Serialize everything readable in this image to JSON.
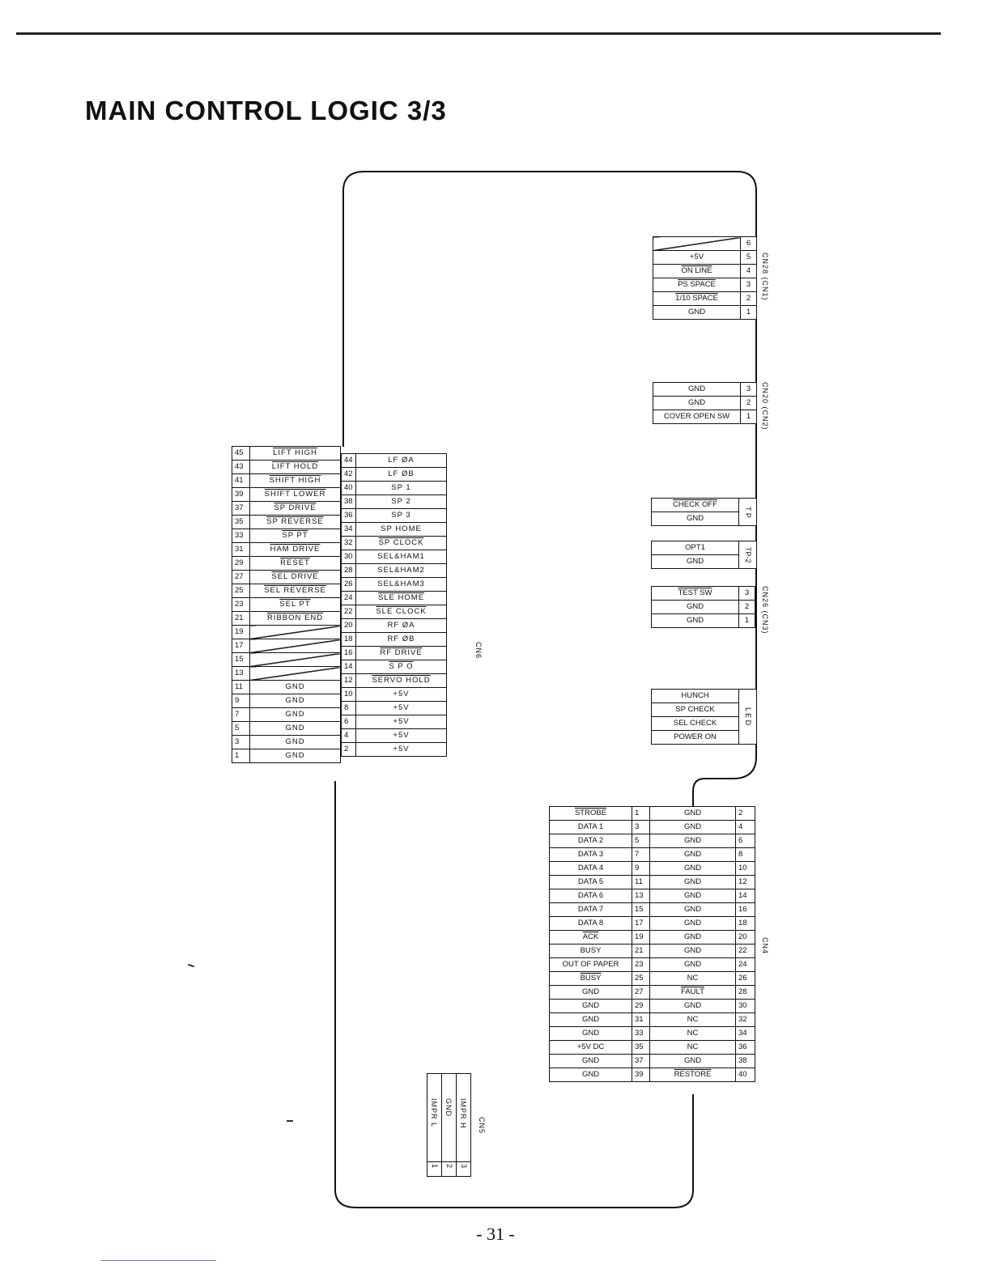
{
  "title": "MAIN CONTROL LOGIC 3/3",
  "page_number": "- 31 -",
  "cn28": {
    "label": "CN28 (CN1)",
    "rows": [
      {
        "pin": "6",
        "signal": "",
        "blank": true
      },
      {
        "pin": "5",
        "signal": "+5V"
      },
      {
        "pin": "4",
        "signal": "ON LINE",
        "overline": true
      },
      {
        "pin": "3",
        "signal": "PS SPACE",
        "overline": true
      },
      {
        "pin": "2",
        "signal": "1/10 SPACE",
        "overline": true
      },
      {
        "pin": "1",
        "signal": "GND"
      }
    ]
  },
  "cn20": {
    "label": "CN20 (CN2)",
    "rows": [
      {
        "pin": "3",
        "signal": "GND"
      },
      {
        "pin": "2",
        "signal": "GND"
      },
      {
        "pin": "1",
        "signal": "COVER OPEN SW"
      }
    ]
  },
  "tp": {
    "label": "T P",
    "rows": [
      {
        "signal": "CHECK OFF",
        "overline": true
      },
      {
        "signal": "GND"
      }
    ]
  },
  "tp2": {
    "label": "TP-2",
    "rows": [
      {
        "signal": "OPT1"
      },
      {
        "signal": "GND"
      }
    ]
  },
  "cn26": {
    "label": "CN26 (CN3)",
    "rows": [
      {
        "pin": "3",
        "signal": "TEST SW",
        "overline": true
      },
      {
        "pin": "2",
        "signal": "GND"
      },
      {
        "pin": "1",
        "signal": "GND"
      }
    ]
  },
  "led": {
    "label": "L E D",
    "rows": [
      {
        "signal": "HUNCH"
      },
      {
        "signal": "SP CHECK"
      },
      {
        "signal": "SEL CHECK"
      },
      {
        "signal": "POWER ON"
      }
    ]
  },
  "cn6": {
    "label": "CN6",
    "odd_rows": [
      {
        "pin": "45",
        "signal": "LIFT HIGH",
        "overline": true
      },
      {
        "pin": "43",
        "signal": "LIFT HOLD",
        "overline": true
      },
      {
        "pin": "41",
        "signal": "SHIFT HIGH",
        "overline": true
      },
      {
        "pin": "39",
        "signal": "SHIFT LOWER",
        "overline": true
      },
      {
        "pin": "37",
        "signal": "SP DRIVE",
        "overline": true
      },
      {
        "pin": "35",
        "signal": "SP REVERSE",
        "overline": true
      },
      {
        "pin": "33",
        "signal": "SP PT",
        "overline": true
      },
      {
        "pin": "31",
        "signal": "HAM DRIVE",
        "overline": true
      },
      {
        "pin": "29",
        "signal": "RESET",
        "overline": true
      },
      {
        "pin": "27",
        "signal": "SEL DRIVE",
        "overline": true
      },
      {
        "pin": "25",
        "signal": "SEL REVERSE",
        "overline": true
      },
      {
        "pin": "23",
        "signal": "SEL PT",
        "overline": true
      },
      {
        "pin": "21",
        "signal": "RIBBON END",
        "overline": true
      },
      {
        "pin": "19",
        "signal": "",
        "blank": true
      },
      {
        "pin": "17",
        "signal": "",
        "blank": true
      },
      {
        "pin": "15",
        "signal": "",
        "blank": true
      },
      {
        "pin": "13",
        "signal": "",
        "blank": true
      },
      {
        "pin": "11",
        "signal": "GND"
      },
      {
        "pin": "9",
        "signal": "GND"
      },
      {
        "pin": "7",
        "signal": "GND"
      },
      {
        "pin": "5",
        "signal": "GND"
      },
      {
        "pin": "3",
        "signal": "GND"
      },
      {
        "pin": "1",
        "signal": "GND"
      }
    ],
    "even_rows": [
      {
        "pin": "44",
        "signal": "LF ØA"
      },
      {
        "pin": "42",
        "signal": "LF ØB"
      },
      {
        "pin": "40",
        "signal": "SP 1"
      },
      {
        "pin": "38",
        "signal": "SP 2"
      },
      {
        "pin": "36",
        "signal": "SP 3"
      },
      {
        "pin": "34",
        "signal": "SP HOME"
      },
      {
        "pin": "32",
        "signal": "SP CLOCK",
        "overline": true
      },
      {
        "pin": "30",
        "signal": "SEL&HAM1"
      },
      {
        "pin": "28",
        "signal": "SEL&HAM2"
      },
      {
        "pin": "26",
        "signal": "SEL&HAM3"
      },
      {
        "pin": "24",
        "signal": "SLE HOME",
        "overline": true
      },
      {
        "pin": "22",
        "signal": "SLE CLOCK",
        "overline": true
      },
      {
        "pin": "20",
        "signal": "RF ØA"
      },
      {
        "pin": "18",
        "signal": "RF ØB"
      },
      {
        "pin": "16",
        "signal": "RF DRIVE",
        "overline": true
      },
      {
        "pin": "14",
        "signal": "S P O",
        "overline": true
      },
      {
        "pin": "12",
        "signal": "SERVO HOLD",
        "overline": true
      },
      {
        "pin": "10",
        "signal": "+5V"
      },
      {
        "pin": "8",
        "signal": "+5V"
      },
      {
        "pin": "6",
        "signal": "+5V"
      },
      {
        "pin": "4",
        "signal": "+5V"
      },
      {
        "pin": "2",
        "signal": "+5V"
      }
    ]
  },
  "cn4": {
    "label": "CN4",
    "rows": [
      {
        "s1": "STROBE",
        "o1": true,
        "p1": "1",
        "s2": "GND",
        "p2": "2"
      },
      {
        "s1": "DATA 1",
        "p1": "3",
        "s2": "GND",
        "p2": "4"
      },
      {
        "s1": "DATA 2",
        "p1": "5",
        "s2": "GND",
        "p2": "6"
      },
      {
        "s1": "DATA 3",
        "p1": "7",
        "s2": "GND",
        "p2": "8"
      },
      {
        "s1": "DATA 4",
        "p1": "9",
        "s2": "GND",
        "p2": "10"
      },
      {
        "s1": "DATA 5",
        "p1": "11",
        "s2": "GND",
        "p2": "12"
      },
      {
        "s1": "DATA 6",
        "p1": "13",
        "s2": "GND",
        "p2": "14"
      },
      {
        "s1": "DATA 7",
        "p1": "15",
        "s2": "GND",
        "p2": "16"
      },
      {
        "s1": "DATA 8",
        "p1": "17",
        "s2": "GND",
        "p2": "18"
      },
      {
        "s1": "ACK",
        "o1": true,
        "p1": "19",
        "s2": "GND",
        "p2": "20"
      },
      {
        "s1": "BUSY",
        "p1": "21",
        "s2": "GND",
        "p2": "22"
      },
      {
        "s1": "OUT OF PAPER",
        "p1": "23",
        "s2": "GND",
        "p2": "24"
      },
      {
        "s1": "BUSY",
        "o1": true,
        "p1": "25",
        "s2": "NC",
        "p2": "26"
      },
      {
        "s1": "GND",
        "p1": "27",
        "s2": "FAULT",
        "o2": true,
        "p2": "28"
      },
      {
        "s1": "GND",
        "p1": "29",
        "s2": "GND",
        "p2": "30"
      },
      {
        "s1": "GND",
        "p1": "31",
        "s2": "NC",
        "p2": "32"
      },
      {
        "s1": "GND",
        "p1": "33",
        "s2": "NC",
        "p2": "34"
      },
      {
        "s1": "+5V DC",
        "p1": "35",
        "s2": "NC",
        "p2": "36"
      },
      {
        "s1": "GND",
        "p1": "37",
        "s2": "GND",
        "p2": "38"
      },
      {
        "s1": "GND",
        "p1": "39",
        "s2": "RESTORE",
        "o2": true,
        "p2": "40"
      }
    ]
  },
  "cn5": {
    "label": "CN5",
    "cols": [
      {
        "pin": "3",
        "signal": "IMPR H"
      },
      {
        "pin": "2",
        "signal": "GND"
      },
      {
        "pin": "1",
        "signal": "IMPR L"
      }
    ]
  }
}
